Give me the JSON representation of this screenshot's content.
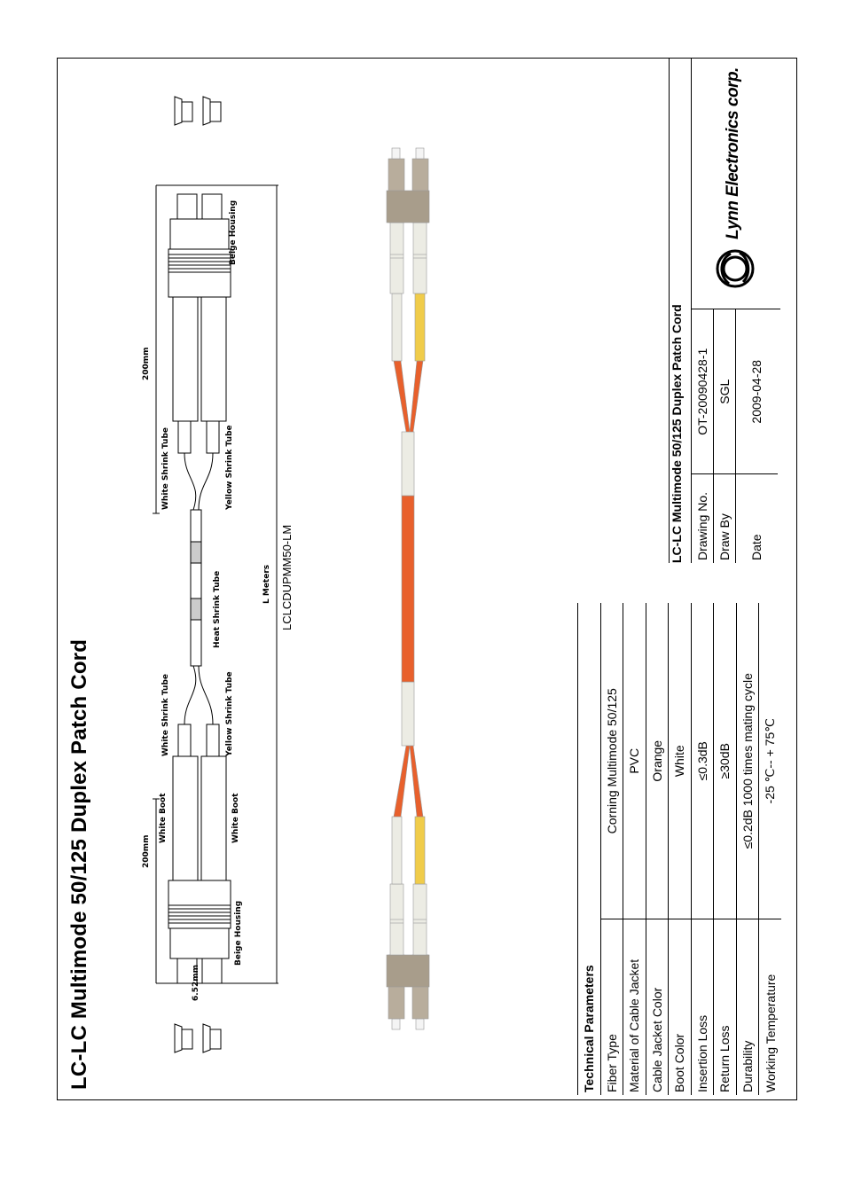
{
  "title": "LC-LC Multimode 50/125 Duplex Patch Cord",
  "part_number": "LCLCDUPMM50-LM",
  "diagram": {
    "labels": {
      "beige_housing": "Beige Housing",
      "white_boot": "White Boot",
      "white_shrink_tube": "White Shrink Tube",
      "yellow_shrink_tube": "Yellow Shrink Tube",
      "heat_shrink_tube": "Heat Shrink Tube",
      "dim_200": "200mm",
      "dim_652": "6.52mm",
      "length": "L Meters"
    }
  },
  "tech_table": {
    "header": "Technical Parameters",
    "rows": [
      {
        "label": "Fiber Type",
        "value": "Corning Multimode 50/125"
      },
      {
        "label": "Material of Cable Jacket",
        "value": "PVC"
      },
      {
        "label": "Cable Jacket Color",
        "value": "Orange"
      },
      {
        "label": "Boot Color",
        "value": "White"
      },
      {
        "label": "Insertion Loss",
        "value": "≤0.3dB"
      },
      {
        "label": "Return Loss",
        "value": "≥30dB"
      },
      {
        "label": "Durability",
        "value": "≤0.2dB 1000 times mating cycle"
      },
      {
        "label": "Working Temperature",
        "value": "-25 ℃-- + 75℃"
      }
    ]
  },
  "title_block": {
    "title": "LC-LC Multimode 50/125 Duplex Patch Cord",
    "drawing_no_label": "Drawing No.",
    "drawing_no": "OT-20090428-1",
    "draw_by_label": "Draw By",
    "draw_by": "SGL",
    "date_label": "Date",
    "date": "2009-04-28",
    "company": "Lynn Electronics corp."
  },
  "colors": {
    "cable_orange": "#e8602c",
    "tube_yellow": "#f0cc4a",
    "housing_beige": "#b8ad9c",
    "boot_white": "#ecece4"
  }
}
